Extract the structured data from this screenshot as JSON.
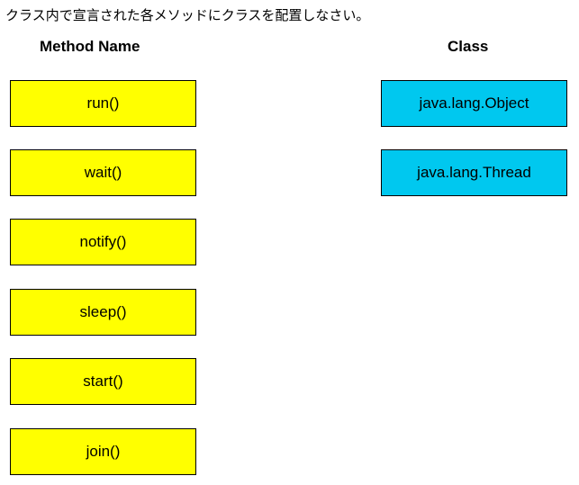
{
  "instruction": "クラス内で宣言された各メソッドにクラスを配置しなさい。",
  "headers": {
    "method": "Method Name",
    "class": "Class"
  },
  "methods": [
    "run()",
    "wait()",
    "notify()",
    "sleep()",
    "start()",
    "join()"
  ],
  "classes": [
    "java.lang.Object",
    "java.lang.Thread"
  ],
  "colors": {
    "method_box": "#ffff00",
    "class_box": "#00c8ef"
  }
}
